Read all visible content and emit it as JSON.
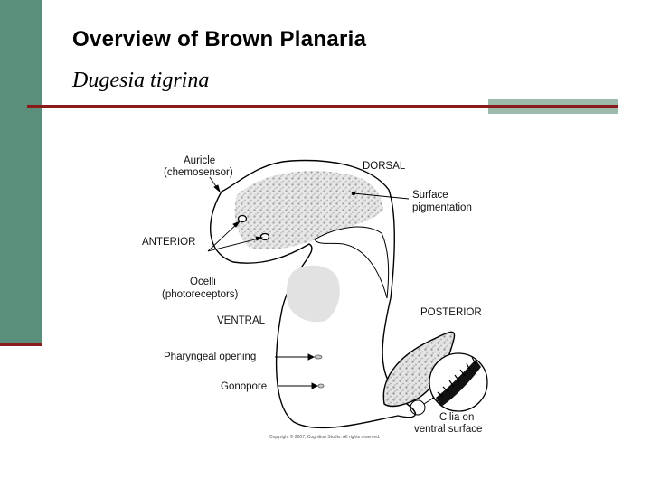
{
  "slide": {
    "title": "Overview of Brown Planaria",
    "subtitle": "Dugesia tigrina"
  },
  "diagram": {
    "labels": {
      "auricle": "Auricle",
      "auricle_sub": "(chemosensor)",
      "dorsal": "DORSAL",
      "surface": "Surface",
      "surface_sub": "pigmentation",
      "anterior": "ANTERIOR",
      "ocelli": "Ocelli",
      "ocelli_sub": "(photoreceptors)",
      "ventral": "VENTRAL",
      "posterior": "POSTERIOR",
      "pharyngeal": "Pharyngeal opening",
      "gonopore": "Gonopore",
      "cilia": "Cilia on",
      "cilia_sub": "ventral surface",
      "copyright": "Copyright © 2007, Cognition Studio. All rights reserved."
    }
  },
  "colors": {
    "sidebar": "#5a8f7b",
    "rule": "#8b1a1a",
    "accent": "#9bbaac"
  }
}
